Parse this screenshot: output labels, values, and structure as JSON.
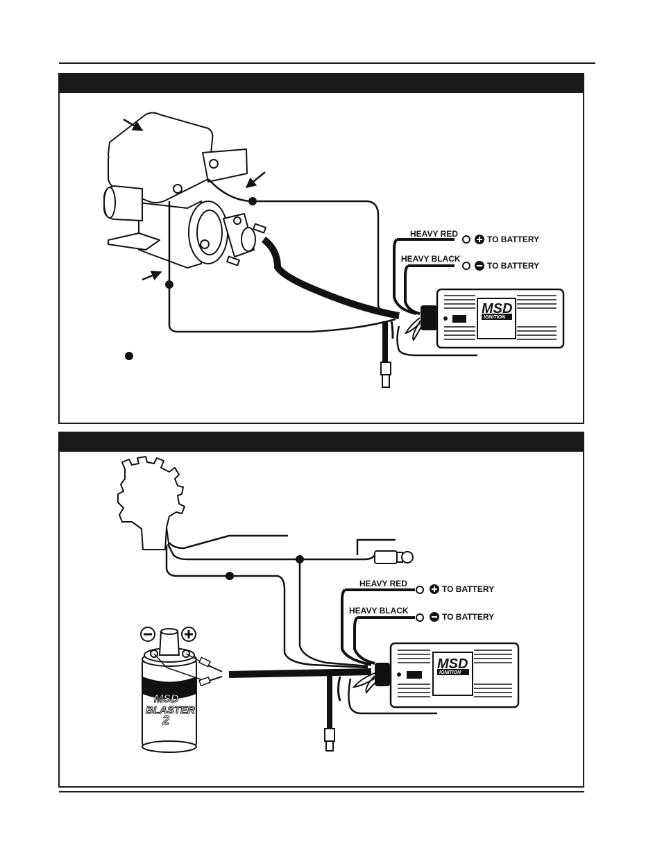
{
  "panel_top": {
    "labels": {
      "heavy_red": "HEAVY RED",
      "heavy_black": "HEAVY BLACK",
      "to_battery_pos": "TO BATTERY",
      "to_battery_neg": "TO BATTERY"
    },
    "box_logo": {
      "brand": "MSD",
      "sub": "IGNITION"
    }
  },
  "panel_bottom": {
    "labels": {
      "heavy_red": "HEAVY RED",
      "heavy_black": "HEAVY BLACK",
      "to_battery_pos": "TO BATTERY",
      "to_battery_neg": "TO BATTERY"
    },
    "box_logo": {
      "brand": "MSD",
      "sub": "IGNITION"
    },
    "coil": {
      "line1": "MSD",
      "line2": "BLASTER",
      "line3": "2"
    }
  },
  "icons": [
    "plus-circle-icon",
    "minus-circle-icon",
    "ignition-key-icon",
    "connector-plug-icon",
    "ring-terminal-icon",
    "splice-dot-icon"
  ],
  "colors": {
    "ink": "#1a1a1a",
    "paper": "#ffffff"
  }
}
